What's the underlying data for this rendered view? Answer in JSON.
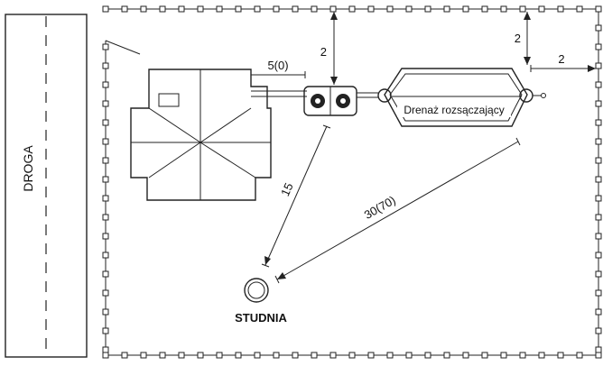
{
  "diagram": {
    "road_label": "DROGA",
    "drainage_label": "Drenaż rozsączający",
    "well_label": "STUDNIA",
    "dims": {
      "house_to_tank": "5(0)",
      "tank_to_boundary": "2",
      "drainage_to_top_boundary": "2",
      "drainage_to_right_boundary": "2",
      "tank_to_well": "15",
      "drainage_to_well": "30(70)"
    }
  }
}
